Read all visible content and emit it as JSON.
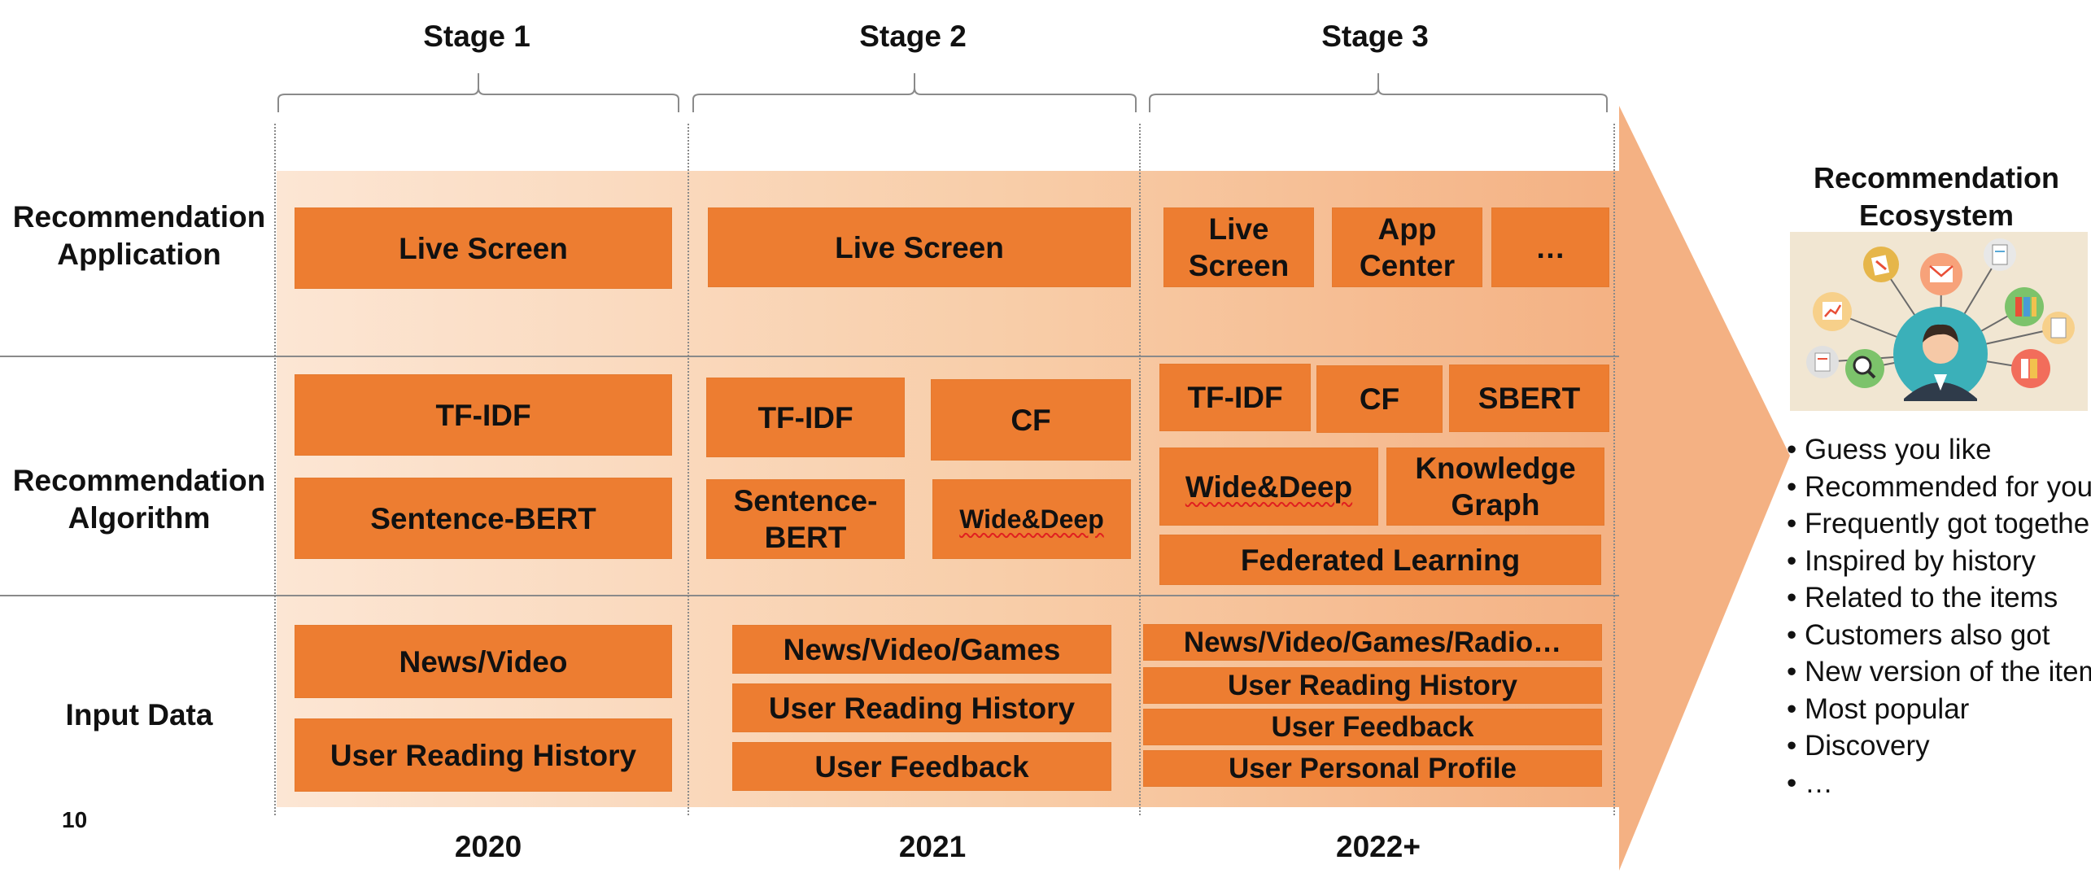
{
  "stages": [
    "Stage 1",
    "Stage 2",
    "Stage 3"
  ],
  "years": [
    "2020",
    "2021",
    "2022+"
  ],
  "row_labels": {
    "application": "Recommendation Application",
    "algorithm": "Recommendation Algorithm",
    "input": "Input Data"
  },
  "page_number": "10",
  "stage1": {
    "application": [
      "Live Screen"
    ],
    "algorithm": [
      "TF-IDF",
      "Sentence-BERT"
    ],
    "input": [
      "News/Video",
      "User Reading History"
    ]
  },
  "stage2": {
    "application": [
      "Live Screen"
    ],
    "algorithm": [
      "TF-IDF",
      "CF",
      "Sentence-BERT",
      "Wide&Deep"
    ],
    "input": [
      "News/Video/Games",
      "User Reading History",
      "User Feedback"
    ]
  },
  "stage3": {
    "application": [
      "Live Screen",
      "App Center",
      "…"
    ],
    "algorithm": [
      "TF-IDF",
      "CF",
      "SBERT",
      "Wide&Deep",
      "Knowledge Graph",
      "Federated Learning"
    ],
    "input": [
      "News/Video/Games/Radio…",
      "User Reading History",
      "User Feedback",
      "User Personal Profile"
    ]
  },
  "ecosystem": {
    "title": "Recommendation Ecosystem",
    "items": [
      "Guess you like",
      "Recommended for you",
      "Frequently got together",
      "Inspired by history",
      "Related to the items",
      "Customers also got",
      "New version of the item",
      "Most popular",
      "Discovery",
      "…"
    ]
  },
  "colors": {
    "box": "#ED7D31",
    "arrow": "#F4B183",
    "band_light": "#FBE5D6"
  },
  "icons": [
    "user-avatar-icon",
    "folder-icon",
    "chart-icon",
    "email-icon",
    "search-icon",
    "document-icon"
  ]
}
